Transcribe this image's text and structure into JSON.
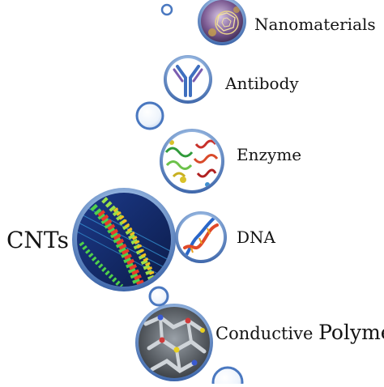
{
  "diagram": {
    "center_label": "CNTs",
    "items": [
      {
        "label": "Nanomaterials",
        "icon": "fullerene-icon"
      },
      {
        "label": "Antibody",
        "icon": "antibody-icon"
      },
      {
        "label": "Enzyme",
        "icon": "enzyme-protein-icon"
      },
      {
        "label": "DNA",
        "icon": "dna-helix-icon"
      },
      {
        "label_part1": "Conductive",
        "label_part2": "Polymer",
        "icon": "polymer-structure-icon"
      }
    ],
    "colors": {
      "ring_fill": "#3a63a8",
      "ring_light": "#7fa3d6",
      "ring_highlight": "#c9dcf3",
      "text": "#141414"
    }
  }
}
